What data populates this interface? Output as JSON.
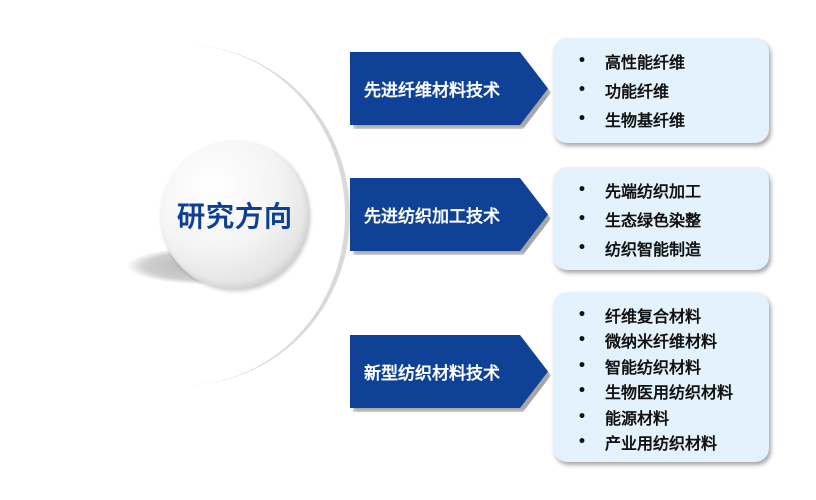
{
  "center": {
    "label": "研究方向"
  },
  "colors": {
    "arrow": "#0f4297",
    "box": "#e3f2fc",
    "center_text": "#0d3f93",
    "arc": "#d9d9d9"
  },
  "branches": [
    {
      "label": "先进纤维材料技术",
      "items": [
        "高性能纤维",
        "功能纤维",
        "生物基纤维"
      ]
    },
    {
      "label": "先进纺织加工技术",
      "items": [
        "先端纺织加工",
        "生态绿色染整",
        "纺织智能制造"
      ]
    },
    {
      "label": "新型纺织材料技术",
      "items": [
        "纤维复合材料",
        "微纳米纤维材料",
        "智能纺织材料",
        "生物医用纺织材料",
        "能源材料",
        "产业用纺织材料"
      ]
    }
  ],
  "bullet": "•"
}
